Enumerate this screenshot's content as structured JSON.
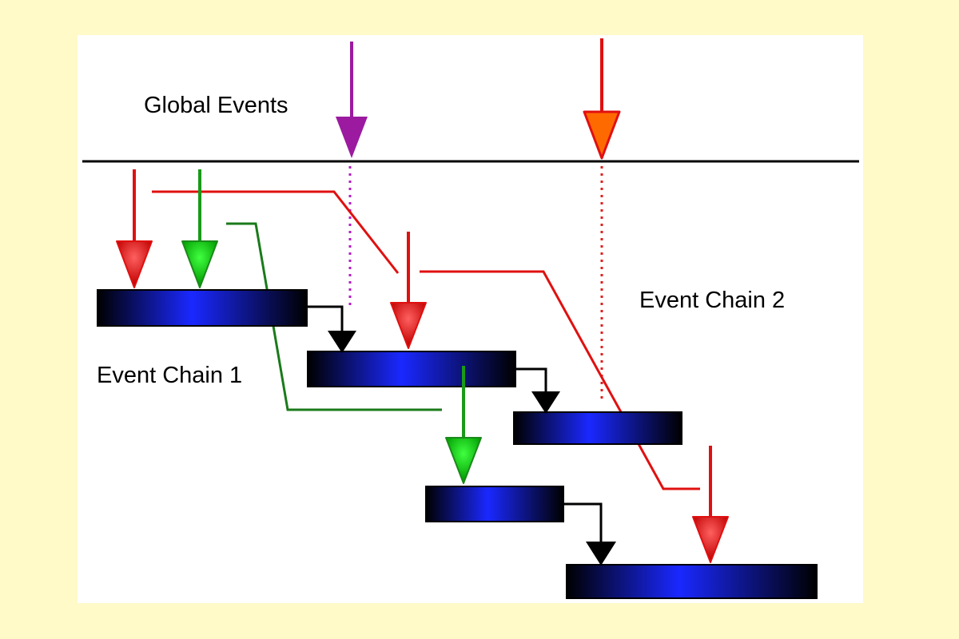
{
  "labels": {
    "global_events": "Global Events",
    "chain_1": "Event Chain 1",
    "chain_2": "Event Chain 2"
  },
  "colors": {
    "page_background": "#fffac8",
    "canvas": "#ffffff",
    "task_bar": "#0a16c8",
    "timeline": "#000000",
    "chain_1": "#1a7a1a",
    "chain_2": "#e01010",
    "global_event_1": "#9c1aa0",
    "global_event_2": "#ff6a00",
    "dependency": "#000000"
  },
  "tasks": [
    {
      "id": "task-1",
      "order": 1
    },
    {
      "id": "task-2",
      "order": 2
    },
    {
      "id": "task-3",
      "order": 3
    },
    {
      "id": "task-4",
      "order": 4
    },
    {
      "id": "task-5",
      "order": 5
    }
  ]
}
